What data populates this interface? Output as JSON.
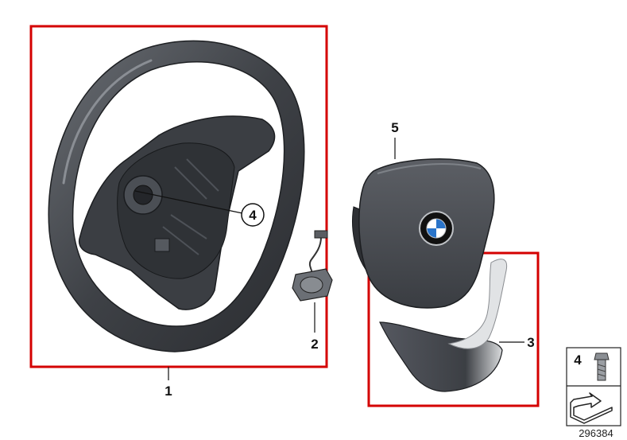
{
  "diagram": {
    "callouts": {
      "steering_wheel": "1",
      "wiring_connector": "2",
      "trim_cover": "3",
      "bolt_circle": "4",
      "airbag_module": "5"
    },
    "legend": {
      "part_number": "4"
    },
    "illustration_number": "296384",
    "highlight_color": "#d40000",
    "part_color": "#4a4d52"
  }
}
